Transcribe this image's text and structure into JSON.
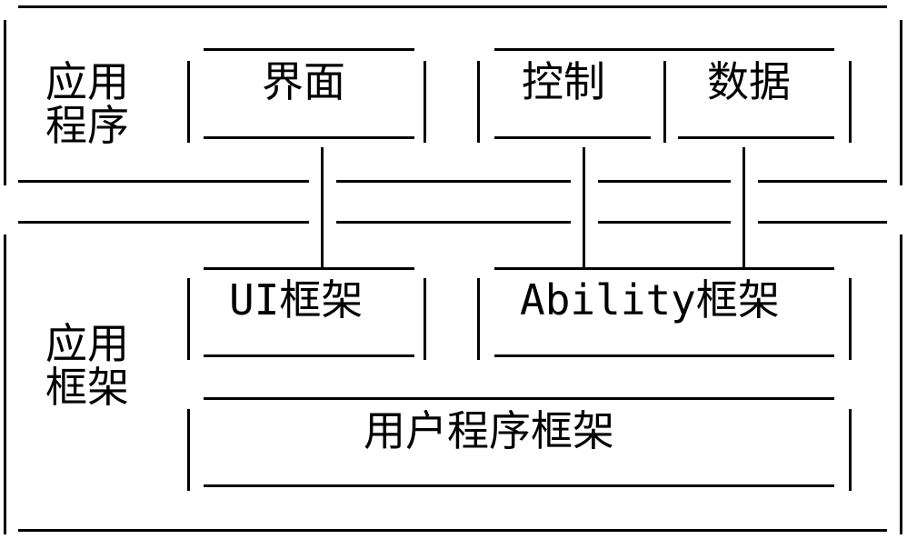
{
  "application": {
    "label_line1": "应用",
    "label_line2": "程序",
    "modules": {
      "ui": "界面",
      "control": "控制",
      "data": "数据"
    }
  },
  "framework": {
    "label_line1": "应用",
    "label_line2": "框架",
    "modules": {
      "ui_framework": "UI框架",
      "ability_framework": "Ability框架",
      "user_program_framework": "用户程序框架"
    }
  }
}
